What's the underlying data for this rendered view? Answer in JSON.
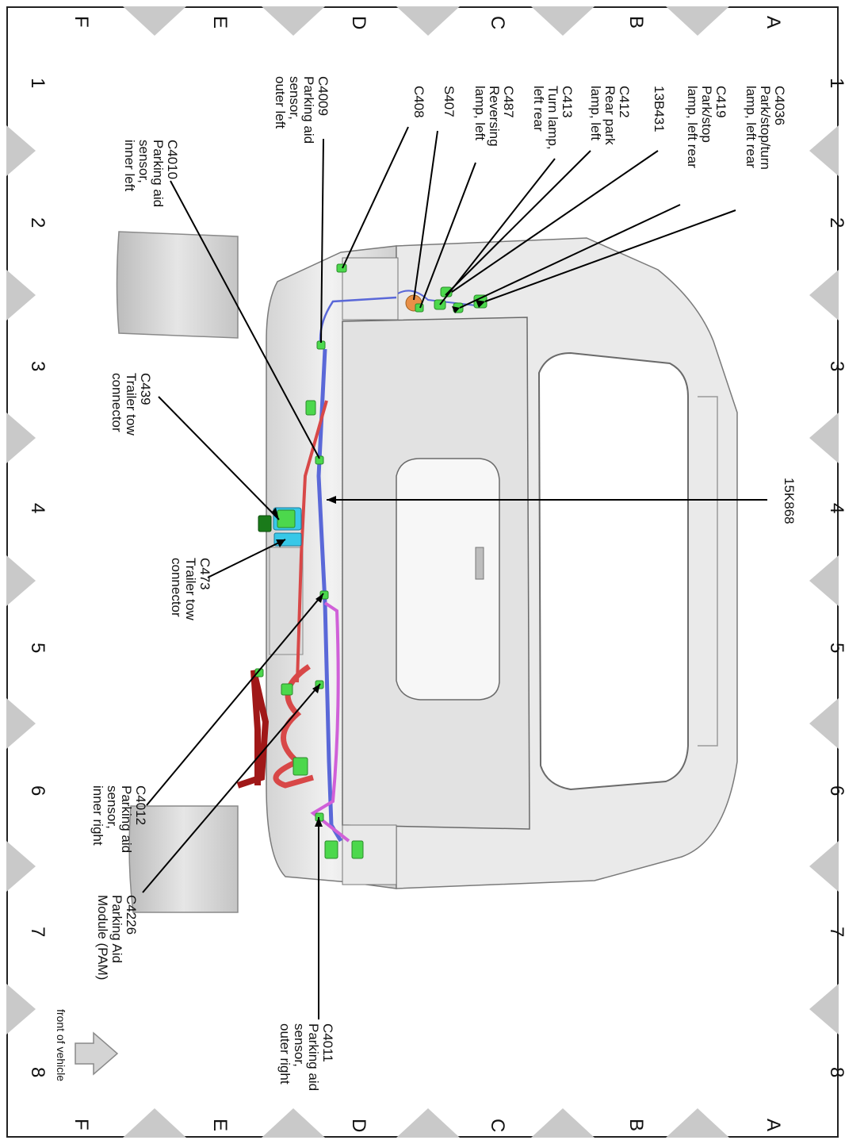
{
  "grid": {
    "rows": [
      "A",
      "B",
      "C",
      "D",
      "E",
      "F"
    ],
    "columns": [
      "1",
      "2",
      "3",
      "4",
      "5",
      "6",
      "7",
      "8"
    ]
  },
  "labels": {
    "c4036": [
      "C4036",
      "Park/stop/turn",
      "lamp, left rear"
    ],
    "c419": [
      "C419",
      "Park/stop",
      "lamp, left rear"
    ],
    "b13b431": [
      "13B431"
    ],
    "c412": [
      "C412",
      "Rear park",
      "lamp, left"
    ],
    "c413": [
      "C413",
      "Turn lamp,",
      "left rear"
    ],
    "c487": [
      "C487",
      "Reversing",
      "lamp, left"
    ],
    "s407": [
      "S407"
    ],
    "c408": [
      "C408"
    ],
    "c4009": [
      "C4009",
      "Parking aid",
      "sensor,",
      "outer left"
    ],
    "c4010": [
      "C4010",
      "Parking aid",
      "sensor,",
      "inner left"
    ],
    "k15k868": [
      "15K868"
    ],
    "c439": [
      "C439",
      "Trailer tow",
      "connector"
    ],
    "c473": [
      "C473",
      "Trailer tow",
      "connector"
    ],
    "c4012": [
      "C4012",
      "Parking aid",
      "sensor,",
      "inner right"
    ],
    "c4226": [
      "C4226",
      "Parking Aid",
      "Module (PAM)"
    ],
    "c4011": [
      "C4011",
      "Parking aid",
      "sensor,",
      "outer right"
    ]
  },
  "orientation": {
    "label": "front of vehicle"
  },
  "colors": {
    "harness_blue": "#5a68d8",
    "harness_red": "#d84848",
    "harness_dark_red": "#a01818",
    "harness_magenta": "#d060d8",
    "connector_green": "#4cd84c",
    "connector_cyan": "#38c8e8",
    "splice_orange": "#e89048"
  }
}
